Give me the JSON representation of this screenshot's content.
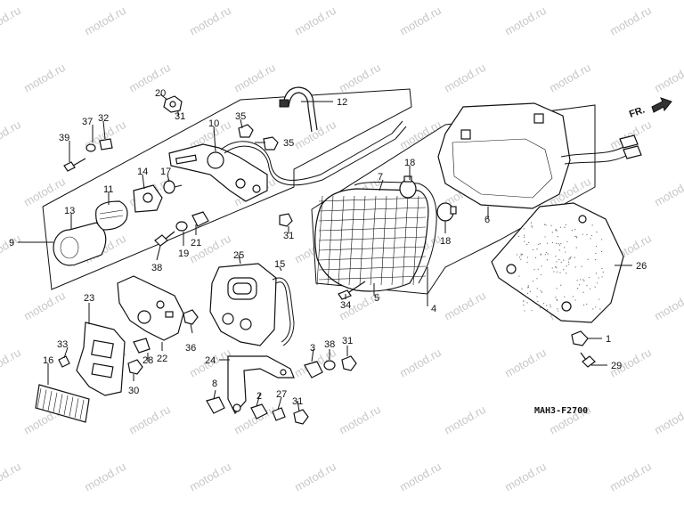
{
  "diagram": {
    "code": "MAH3-F2700",
    "direction_label": "FR.",
    "watermark": "motod.ru",
    "accent_color": "#111111",
    "watermark_color": "#c8c8c8",
    "part_numbers": [
      "1",
      "2",
      "3",
      "4",
      "5",
      "6",
      "7",
      "8",
      "9",
      "10",
      "11",
      "12",
      "13",
      "14",
      "15",
      "16",
      "17",
      "18",
      "18",
      "19",
      "20",
      "21",
      "22",
      "23",
      "24",
      "25",
      "26",
      "27",
      "28",
      "29",
      "30",
      "31",
      "31",
      "31",
      "31",
      "31",
      "32",
      "33",
      "34",
      "35",
      "35",
      "36",
      "37",
      "38",
      "38",
      "39"
    ]
  }
}
